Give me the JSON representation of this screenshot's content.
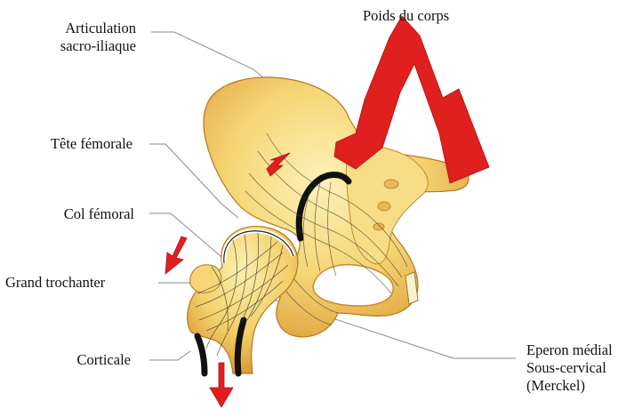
{
  "labels": {
    "sacro_iliac": [
      "Articulation",
      "sacro-iliaque"
    ],
    "body_weight": "Poids du corps",
    "femoral_head": "Tête fémorale",
    "femoral_neck": "Col fémoral",
    "greater_trochanter": "Grand trochanter",
    "cortical": "Corticale",
    "medial_spur": [
      "Eperon médial",
      "Sous-cervical",
      "(Merckel)"
    ]
  },
  "colors": {
    "bone_light": "#fbe99a",
    "bone_mid": "#f2c25a",
    "bone_shadow": "#d98a2a",
    "force_arrow": "#e01f1f",
    "cortex": "#111111",
    "trabeculae": "#3a3a2a",
    "leader_line": "#777777"
  }
}
